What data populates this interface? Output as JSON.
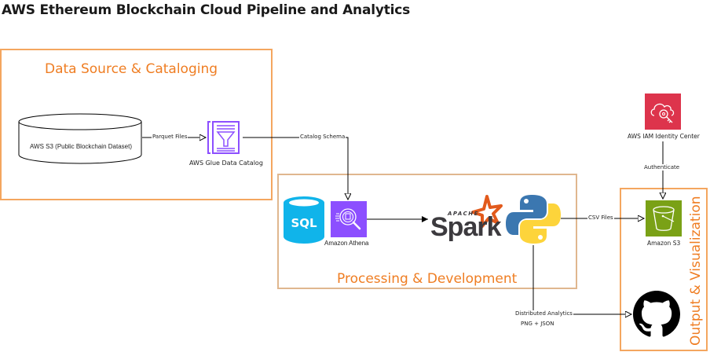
{
  "title": "AWS Ethereum Blockchain Cloud Pipeline and Analytics",
  "groups": {
    "source": "Data Source & Cataloging",
    "processing": "Processing & Development",
    "output": "Output & Visualization"
  },
  "nodes": {
    "s3_source": "AWS S3 (Public Blockchain Dataset)",
    "glue": "AWS Glue Data Catalog",
    "sql": "SQL",
    "athena": "Amazon Athena",
    "spark_apache": "APACHE",
    "spark": "Spark",
    "iam": "AWS IAM Identity Center",
    "s3_output": "Amazon S3"
  },
  "edges": {
    "parquet": "Parquet Files",
    "catalog_schema": "Catalog Schema",
    "csv": "CSV Files",
    "authenticate": "Authenticate",
    "distributed_analytics": "Distributed Analytics",
    "png_json": "PNG + JSON"
  },
  "colors": {
    "group_border": "#f4a65f",
    "group_label": "#ef7d22",
    "glue_purple": "#8c4fff",
    "athena_purple": "#8c4fff",
    "sql_blue": "#10b4ea",
    "iam_red": "#dd344c",
    "s3_green": "#7aa116"
  }
}
